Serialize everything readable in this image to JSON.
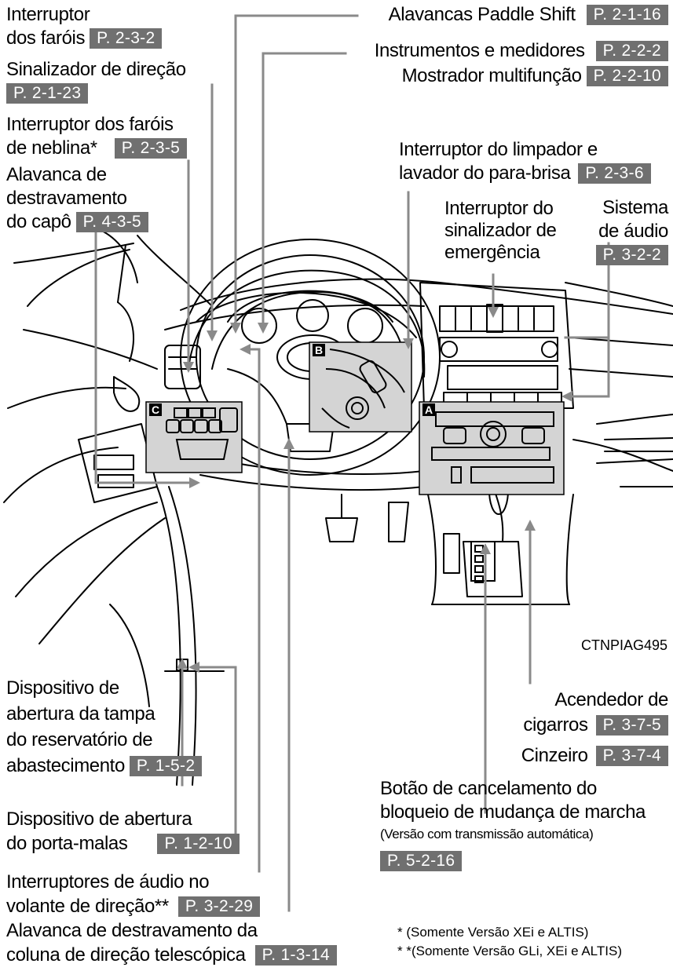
{
  "labels": {
    "headlight_switch": {
      "line1": "Interruptor",
      "line2": "dos faróis",
      "ref": "P. 2-3-2"
    },
    "turn_signal": {
      "text": "Sinalizador de direção",
      "ref": "P. 2-1-23"
    },
    "fog_light_switch": {
      "line1": "Interruptor dos faróis",
      "line2": "de neblina*",
      "ref": "P. 2-3-5"
    },
    "hood_release": {
      "line1": "Alavanca de",
      "line2": "destravamento",
      "line3": "do capô",
      "ref": "P. 4-3-5"
    },
    "paddle_shift": {
      "text": "Alavancas Paddle Shift",
      "ref": "P. 2-1-16"
    },
    "instruments": {
      "text": "Instrumentos e medidores",
      "ref": "P. 2-2-2"
    },
    "multi_display": {
      "text": "Mostrador multifunção",
      "ref": "P. 2-2-10"
    },
    "wiper_switch": {
      "line1": "Interruptor do limpador e",
      "line2": "lavador do para-brisa",
      "ref": "P. 2-3-6"
    },
    "hazard_switch": {
      "line1": "Interruptor do",
      "line2": "sinalizador de",
      "line3": "emergência"
    },
    "audio_system": {
      "line1": "Sistema",
      "line2": "de áudio",
      "ref": "P. 3-2-2"
    },
    "fuel_door": {
      "line1": "Dispositivo de",
      "line2": "abertura da tampa",
      "line3": "do reservatório de",
      "line4": "abastecimento",
      "ref": "P. 1-5-2"
    },
    "trunk_opener": {
      "line1": "Dispositivo de abertura",
      "line2": "do porta-malas",
      "ref": "P. 1-2-10"
    },
    "steering_audio": {
      "line1": "Interruptores de áudio no",
      "line2": "volante de direção**",
      "ref": "P. 3-2-29"
    },
    "tilt_lever": {
      "line1": "Alavanca de destravamento da",
      "line2": "coluna de direção telescópica",
      "ref": "P. 1-3-14"
    },
    "cigarette_lighter": {
      "line1": "Acendedor de",
      "line2": "cigarros",
      "ref": "P. 3-7-5"
    },
    "ashtray": {
      "text": "Cinzeiro",
      "ref": "P. 3-7-4"
    },
    "shift_lock": {
      "line1": "Botão de cancelamento do",
      "line2": "bloqueio de mudança de marcha",
      "line3": "(Versão com transmissão automática)",
      "ref": "P. 5-2-16"
    }
  },
  "footnotes": {
    "note1": "*  (Somente Versão XEi e ALTIS)",
    "note2": "* *(Somente Versão GLi, XEi e ALTIS)"
  },
  "figure_code": "CTNPIAG495",
  "callouts": {
    "a": "A",
    "b": "B",
    "c": "C"
  },
  "colors": {
    "ref_bg": "#707070",
    "leader": "#8a8a8a",
    "inset": "#d4d4d4"
  }
}
